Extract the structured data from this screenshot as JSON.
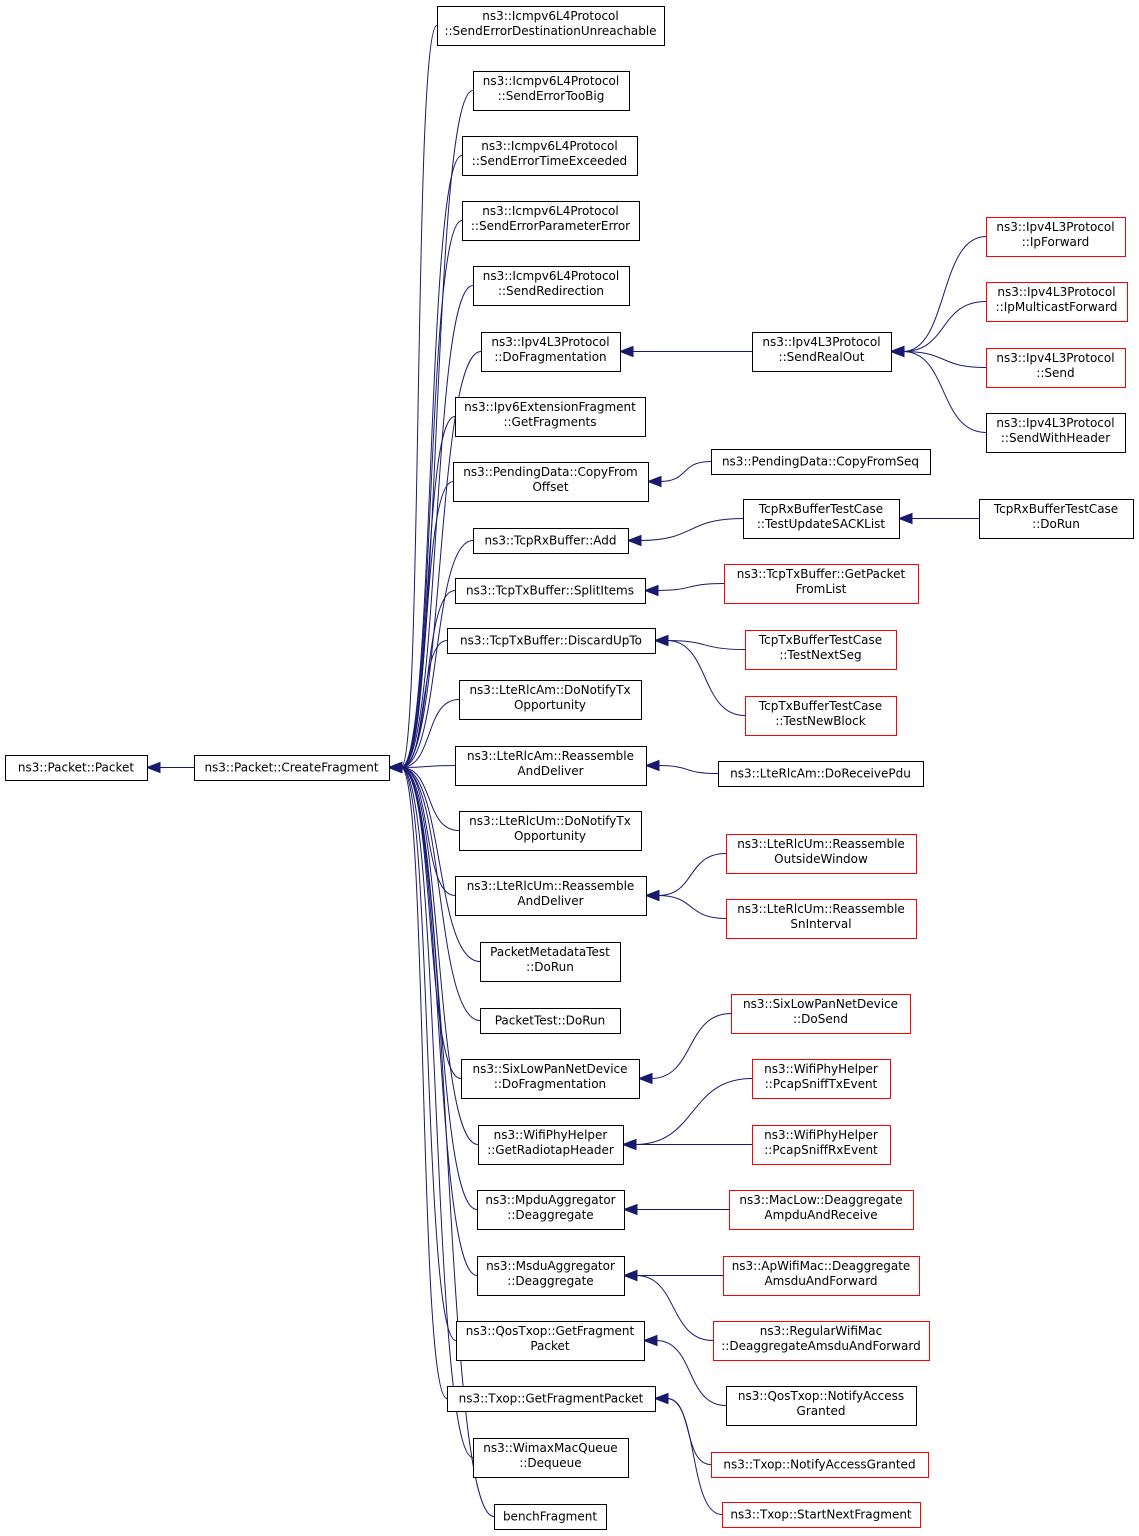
{
  "colors": {
    "edge": "#191970",
    "box_border": "#000000",
    "box_border_truncated": "#ff0000",
    "root_fill": "#bfbfbf",
    "text": "#000000"
  },
  "nodes": [
    {
      "id": "n1",
      "lines": [
        "ns3::Packet::Packet"
      ],
      "style": "root"
    },
    {
      "id": "n2",
      "lines": [
        "ns3::Packet::CreateFragment"
      ],
      "style": "normal"
    },
    {
      "id": "n3",
      "lines": [
        "ns3::Icmpv6L4Protocol",
        "::SendErrorDestinationUnreachable"
      ],
      "style": "normal"
    },
    {
      "id": "n4",
      "lines": [
        "ns3::Icmpv6L4Protocol",
        "::SendErrorTooBig"
      ],
      "style": "normal"
    },
    {
      "id": "n5",
      "lines": [
        "ns3::Icmpv6L4Protocol",
        "::SendErrorTimeExceeded"
      ],
      "style": "normal"
    },
    {
      "id": "n6",
      "lines": [
        "ns3::Icmpv6L4Protocol",
        "::SendErrorParameterError"
      ],
      "style": "normal"
    },
    {
      "id": "n7",
      "lines": [
        "ns3::Icmpv6L4Protocol",
        "::SendRedirection"
      ],
      "style": "normal"
    },
    {
      "id": "n8",
      "lines": [
        "ns3::Ipv4L3Protocol",
        "::DoFragmentation"
      ],
      "style": "normal"
    },
    {
      "id": "n9",
      "lines": [
        "ns3::Ipv6ExtensionFragment",
        "::GetFragments"
      ],
      "style": "normal"
    },
    {
      "id": "n10",
      "lines": [
        "ns3::PendingData::CopyFrom",
        "Offset"
      ],
      "style": "normal"
    },
    {
      "id": "n11",
      "lines": [
        "ns3::TcpRxBuffer::Add"
      ],
      "style": "normal"
    },
    {
      "id": "n12",
      "lines": [
        "ns3::TcpTxBuffer::SplitItems"
      ],
      "style": "normal"
    },
    {
      "id": "n13",
      "lines": [
        "ns3::TcpTxBuffer::DiscardUpTo"
      ],
      "style": "normal"
    },
    {
      "id": "n14",
      "lines": [
        "ns3::LteRlcAm::DoNotifyTx",
        "Opportunity"
      ],
      "style": "normal"
    },
    {
      "id": "n15",
      "lines": [
        "ns3::LteRlcAm::Reassemble",
        "AndDeliver"
      ],
      "style": "normal"
    },
    {
      "id": "n16",
      "lines": [
        "ns3::LteRlcUm::DoNotifyTx",
        "Opportunity"
      ],
      "style": "normal"
    },
    {
      "id": "n17",
      "lines": [
        "ns3::LteRlcUm::Reassemble",
        "AndDeliver"
      ],
      "style": "normal"
    },
    {
      "id": "n18",
      "lines": [
        "PacketMetadataTest",
        "::DoRun"
      ],
      "style": "normal"
    },
    {
      "id": "n19",
      "lines": [
        "PacketTest::DoRun"
      ],
      "style": "normal"
    },
    {
      "id": "n20",
      "lines": [
        "ns3::SixLowPanNetDevice",
        "::DoFragmentation"
      ],
      "style": "normal"
    },
    {
      "id": "n21",
      "lines": [
        "ns3::WifiPhyHelper",
        "::GetRadiotapHeader"
      ],
      "style": "normal"
    },
    {
      "id": "n22",
      "lines": [
        "ns3::MpduAggregator",
        "::Deaggregate"
      ],
      "style": "normal"
    },
    {
      "id": "n23",
      "lines": [
        "ns3::MsduAggregator",
        "::Deaggregate"
      ],
      "style": "normal"
    },
    {
      "id": "n24",
      "lines": [
        "ns3::QosTxop::GetFragment",
        "Packet"
      ],
      "style": "normal"
    },
    {
      "id": "n25",
      "lines": [
        "ns3::Txop::GetFragmentPacket"
      ],
      "style": "normal"
    },
    {
      "id": "n26",
      "lines": [
        "ns3::WimaxMacQueue",
        "::Dequeue"
      ],
      "style": "normal"
    },
    {
      "id": "n27",
      "lines": [
        "benchFragment"
      ],
      "style": "normal"
    },
    {
      "id": "n28",
      "lines": [
        "ns3::Ipv4L3Protocol",
        "::SendRealOut"
      ],
      "style": "normal"
    },
    {
      "id": "n29",
      "lines": [
        "ns3::Ipv4L3Protocol",
        "::IpForward"
      ],
      "style": "truncated"
    },
    {
      "id": "n30",
      "lines": [
        "ns3::Ipv4L3Protocol",
        "::IpMulticastForward"
      ],
      "style": "truncated"
    },
    {
      "id": "n31",
      "lines": [
        "ns3::Ipv4L3Protocol",
        "::Send"
      ],
      "style": "truncated"
    },
    {
      "id": "n32",
      "lines": [
        "ns3::Ipv4L3Protocol",
        "::SendWithHeader"
      ],
      "style": "normal"
    },
    {
      "id": "n33",
      "lines": [
        "ns3::PendingData::CopyFromSeq"
      ],
      "style": "normal"
    },
    {
      "id": "n34",
      "lines": [
        "TcpRxBufferTestCase",
        "::TestUpdateSACKList"
      ],
      "style": "normal"
    },
    {
      "id": "n35",
      "lines": [
        "TcpRxBufferTestCase",
        "::DoRun"
      ],
      "style": "normal"
    },
    {
      "id": "n36",
      "lines": [
        "ns3::TcpTxBuffer::GetPacket",
        "FromList"
      ],
      "style": "truncated"
    },
    {
      "id": "n37",
      "lines": [
        "TcpTxBufferTestCase",
        "::TestNextSeg"
      ],
      "style": "truncated"
    },
    {
      "id": "n38",
      "lines": [
        "TcpTxBufferTestCase",
        "::TestNewBlock"
      ],
      "style": "truncated"
    },
    {
      "id": "n39",
      "lines": [
        "ns3::LteRlcAm::DoReceivePdu"
      ],
      "style": "normal"
    },
    {
      "id": "n40",
      "lines": [
        "ns3::LteRlcUm::Reassemble",
        "OutsideWindow"
      ],
      "style": "truncated"
    },
    {
      "id": "n41",
      "lines": [
        "ns3::LteRlcUm::Reassemble",
        "SnInterval"
      ],
      "style": "truncated"
    },
    {
      "id": "n42",
      "lines": [
        "ns3::SixLowPanNetDevice",
        "::DoSend"
      ],
      "style": "truncated"
    },
    {
      "id": "n43",
      "lines": [
        "ns3::WifiPhyHelper",
        "::PcapSniffTxEvent"
      ],
      "style": "truncated"
    },
    {
      "id": "n44",
      "lines": [
        "ns3::WifiPhyHelper",
        "::PcapSniffRxEvent"
      ],
      "style": "truncated"
    },
    {
      "id": "n45",
      "lines": [
        "ns3::MacLow::Deaggregate",
        "AmpduAndReceive"
      ],
      "style": "truncated"
    },
    {
      "id": "n46",
      "lines": [
        "ns3::ApWifiMac::Deaggregate",
        "AmsduAndForward"
      ],
      "style": "truncated"
    },
    {
      "id": "n47",
      "lines": [
        "ns3::RegularWifiMac",
        "::DeaggregateAmsduAndForward"
      ],
      "style": "truncated"
    },
    {
      "id": "n48",
      "lines": [
        "ns3::QosTxop::NotifyAccess",
        "Granted"
      ],
      "style": "normal"
    },
    {
      "id": "n49",
      "lines": [
        "ns3::Txop::NotifyAccessGranted"
      ],
      "style": "truncated"
    },
    {
      "id": "n50",
      "lines": [
        "ns3::Txop::StartNextFragment"
      ],
      "style": "truncated"
    }
  ],
  "edges": [
    {
      "from": "n2",
      "to": "n1"
    },
    {
      "from": "n3",
      "to": "n2"
    },
    {
      "from": "n4",
      "to": "n2"
    },
    {
      "from": "n5",
      "to": "n2"
    },
    {
      "from": "n6",
      "to": "n2"
    },
    {
      "from": "n7",
      "to": "n2"
    },
    {
      "from": "n8",
      "to": "n2"
    },
    {
      "from": "n9",
      "to": "n2"
    },
    {
      "from": "n10",
      "to": "n2"
    },
    {
      "from": "n11",
      "to": "n2"
    },
    {
      "from": "n12",
      "to": "n2"
    },
    {
      "from": "n13",
      "to": "n2"
    },
    {
      "from": "n14",
      "to": "n2"
    },
    {
      "from": "n15",
      "to": "n2"
    },
    {
      "from": "n16",
      "to": "n2"
    },
    {
      "from": "n17",
      "to": "n2"
    },
    {
      "from": "n18",
      "to": "n2"
    },
    {
      "from": "n19",
      "to": "n2"
    },
    {
      "from": "n20",
      "to": "n2"
    },
    {
      "from": "n21",
      "to": "n2"
    },
    {
      "from": "n22",
      "to": "n2"
    },
    {
      "from": "n23",
      "to": "n2"
    },
    {
      "from": "n24",
      "to": "n2"
    },
    {
      "from": "n25",
      "to": "n2"
    },
    {
      "from": "n26",
      "to": "n2"
    },
    {
      "from": "n27",
      "to": "n2"
    },
    {
      "from": "n28",
      "to": "n8"
    },
    {
      "from": "n29",
      "to": "n28"
    },
    {
      "from": "n30",
      "to": "n28"
    },
    {
      "from": "n31",
      "to": "n28"
    },
    {
      "from": "n32",
      "to": "n28"
    },
    {
      "from": "n33",
      "to": "n10"
    },
    {
      "from": "n34",
      "to": "n11"
    },
    {
      "from": "n35",
      "to": "n34"
    },
    {
      "from": "n36",
      "to": "n12"
    },
    {
      "from": "n37",
      "to": "n13"
    },
    {
      "from": "n38",
      "to": "n13"
    },
    {
      "from": "n39",
      "to": "n15"
    },
    {
      "from": "n40",
      "to": "n17"
    },
    {
      "from": "n41",
      "to": "n17"
    },
    {
      "from": "n42",
      "to": "n20"
    },
    {
      "from": "n43",
      "to": "n21"
    },
    {
      "from": "n44",
      "to": "n21"
    },
    {
      "from": "n45",
      "to": "n22"
    },
    {
      "from": "n46",
      "to": "n23"
    },
    {
      "from": "n47",
      "to": "n23"
    },
    {
      "from": "n48",
      "to": "n24"
    },
    {
      "from": "n49",
      "to": "n25"
    },
    {
      "from": "n50",
      "to": "n25"
    }
  ]
}
